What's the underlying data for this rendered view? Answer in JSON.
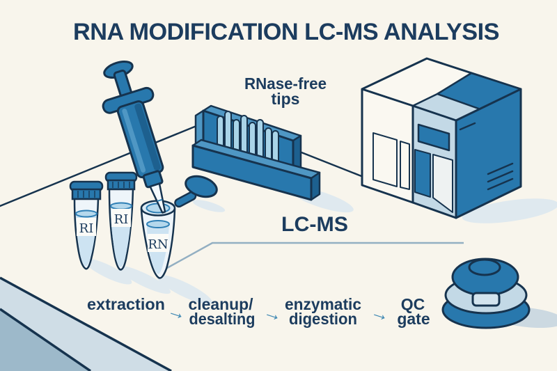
{
  "title": "RNA MODIFICATION LC-MS ANALYSIS",
  "tips_label": {
    "line1": "RNase-free",
    "line2": "tips"
  },
  "lcms_label": "LC-MS",
  "tubes": {
    "tube1": "RI",
    "tube2": "RI",
    "tube3": "RN"
  },
  "workflow": {
    "arrow_glyph": "→",
    "steps": [
      {
        "line1": "extraction",
        "line2": ""
      },
      {
        "line1": "cleanup/",
        "line2": "desalting"
      },
      {
        "line1": "enzymatic",
        "line2": "digestion"
      },
      {
        "line1": "QC",
        "line2": "gate"
      }
    ]
  },
  "palette": {
    "background": "#f8f5ec",
    "ink_navy": "#16334e",
    "text_navy": "#1c3c5e",
    "mid_blue": "#2878ad",
    "dark_blue": "#1d608f",
    "top_blue": "#4f97c4",
    "light_blue_panel": "#c3d9e6",
    "pale_tip_blue": "#a9d4e8",
    "liquid_blue": "#b5d8ec",
    "arrow_blue": "#3f88b3",
    "leader_line": "#93afc2",
    "bench_band": "#cfdde6",
    "bench_deep": "#9db9ca",
    "shadow": "#dfe9ef"
  }
}
